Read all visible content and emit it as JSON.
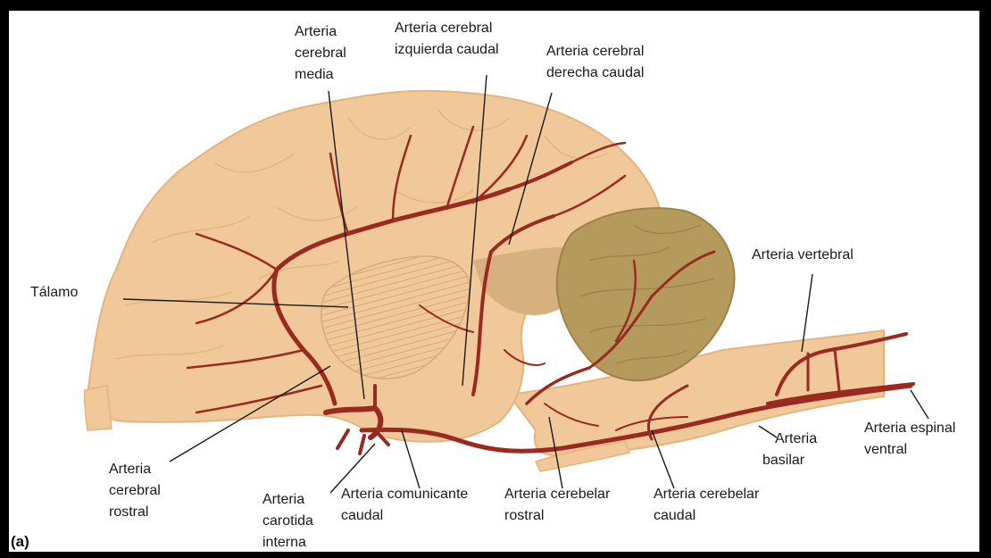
{
  "figure": {
    "panel_tag": "(a)",
    "colors": {
      "brain_fill": "#f1c89a",
      "brain_edge": "#e3b47f",
      "cerebellum_fill": "#b59a5e",
      "cerebellum_edge": "#9d8349",
      "artery": "#9a2a1f",
      "leader_line": "#1a1a1a",
      "background": "#ffffff",
      "border": "#000000"
    }
  },
  "labels": {
    "cerebral_media": [
      "Arteria",
      "cerebral",
      "media"
    ],
    "cerebral_izq_caudal": [
      "Arteria cerebral",
      "izquierda caudal"
    ],
    "cerebral_der_caudal": [
      "Arteria cerebral",
      "derecha caudal"
    ],
    "talamo": [
      "Tálamo"
    ],
    "vertebral": [
      "Arteria vertebral"
    ],
    "espinal_ventral": [
      "Arteria espinal",
      "ventral"
    ],
    "basilar": [
      "Arteria",
      "basilar"
    ],
    "cerebral_rostral": [
      "Arteria",
      "cerebral",
      "rostral"
    ],
    "carotida_interna": [
      "Arteria",
      "carotida",
      "interna"
    ],
    "comunicante_caudal": [
      "Arteria comunicante",
      "caudal"
    ],
    "cerebelar_rostral": [
      "Arteria cerebelar",
      "rostral"
    ],
    "cerebelar_caudal": [
      "Arteria cerebelar",
      "caudal"
    ]
  }
}
